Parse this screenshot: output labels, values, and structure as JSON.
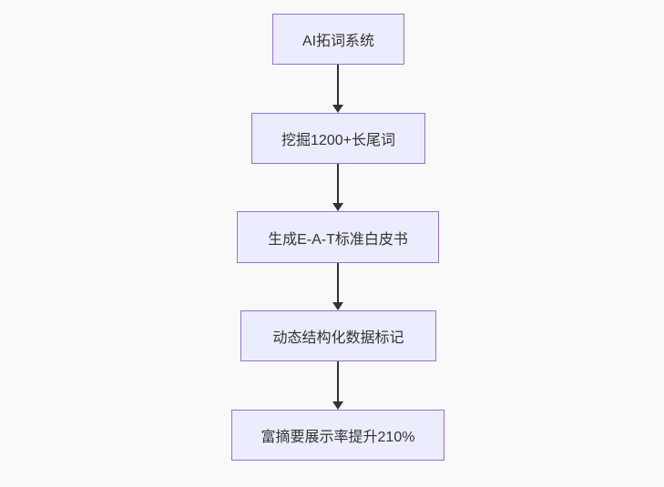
{
  "diagram": {
    "type": "flowchart",
    "direction": "top-down",
    "nodes": [
      {
        "id": "n1",
        "label": "AI拓词系统"
      },
      {
        "id": "n2",
        "label": "挖掘1200+长尾词"
      },
      {
        "id": "n3",
        "label": "生成E-A-T标准白皮书"
      },
      {
        "id": "n4",
        "label": "动态结构化数据标记"
      },
      {
        "id": "n5",
        "label": "富摘要展示率提升210%"
      }
    ],
    "edges": [
      {
        "from": "n1",
        "to": "n2"
      },
      {
        "from": "n2",
        "to": "n3"
      },
      {
        "from": "n3",
        "to": "n4"
      },
      {
        "from": "n4",
        "to": "n5"
      }
    ],
    "colors": {
      "background": "#f9f9f9",
      "node_fill": "#ECECFF",
      "node_border": "#9370DB",
      "node_text": "#333333",
      "arrow": "#333333"
    }
  }
}
